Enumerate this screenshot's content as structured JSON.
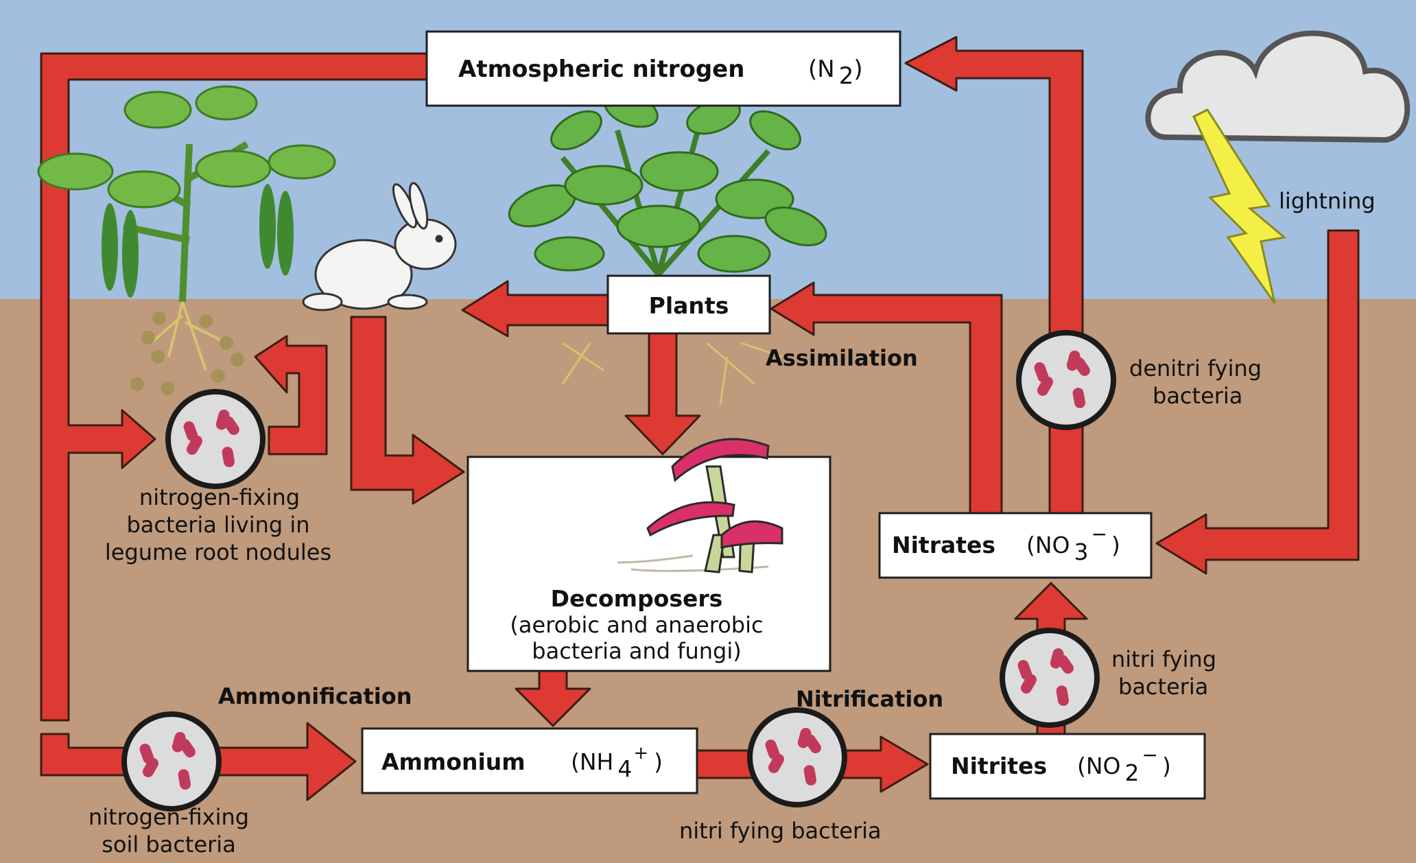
{
  "colors": {
    "sky": "#a3bfdf",
    "soil": "#bf9a7c",
    "arrow": "#dd3a33",
    "arrow_stroke": "#3c1d12",
    "box_fill": "#ffffff",
    "box_stroke": "#1e1e1e",
    "bacteria_disc": "#dcdcdc",
    "bacteria_cell": "#c23a5b",
    "lightning": "#f3ef47",
    "leaf": "#5fae3e",
    "mushroom_cap": "#d9306a"
  },
  "nodes": {
    "atmospheric": {
      "label": "Atmospheric nitrogen",
      "formula": "(N",
      "sub": "2",
      "close": ")"
    },
    "plants": {
      "label": "Plants"
    },
    "decomposers": {
      "label": "Decomposers",
      "line1": "(aerobic and anaerobic",
      "line2": "bacteria and fungi)"
    },
    "ammonium": {
      "label": "Ammonium",
      "formula": "(NH",
      "sub": "4",
      "sup": "+",
      "close": ")"
    },
    "nitrites": {
      "label": "Nitrites",
      "formula": "(NO",
      "sub": "2",
      "sup": "−",
      "close": ")"
    },
    "nitrates": {
      "label": "Nitrates",
      "formula": "(NO",
      "sub": "3",
      "sup": "−",
      "close": ")"
    }
  },
  "process_labels": {
    "assimilation": "Assimilation",
    "ammonification": "Ammonification",
    "nitrification": "Nitrification"
  },
  "annotations": {
    "lightning": "lightning",
    "denitrifying": [
      "denitri fying",
      "bacteria"
    ],
    "nitrifying_upper": [
      "nitri fying",
      "bacteria"
    ],
    "nitrifying_lower": "nitri fying bacteria",
    "legume": [
      "nitrogen-fixing",
      "bacteria living in",
      "legume root nodules"
    ],
    "soil_bacteria": [
      "nitrogen-fixing",
      "soil bacteria"
    ]
  },
  "icons": [
    "cloud-icon",
    "lightning-icon",
    "rabbit-icon",
    "legume-plant-icon",
    "plant-cluster-icon",
    "mushroom-icon",
    "bacteria-icon"
  ]
}
